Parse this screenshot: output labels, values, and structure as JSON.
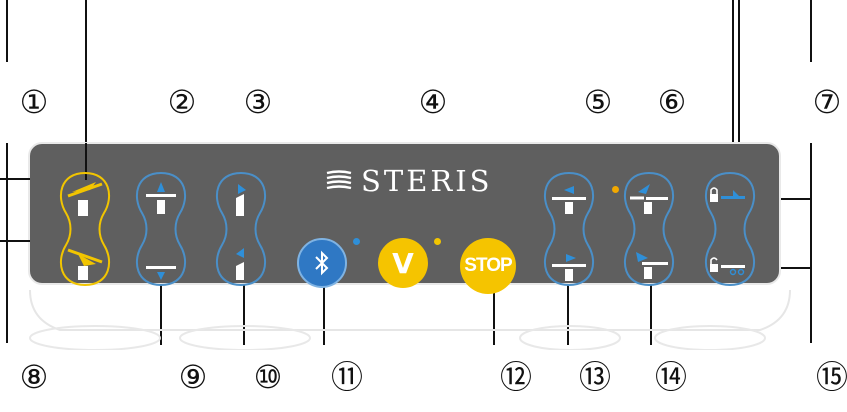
{
  "panel": {
    "brand": "STERIS",
    "colors": {
      "panel": "#5f5f5f",
      "outline_blue": "#4a8fc8",
      "outline_yellow": "#f2c500",
      "arrow_blue": "#2f8fd8",
      "arrow_yellow": "#f2c500",
      "bluetooth": "#2f78c4",
      "v_button": "#f5c400",
      "stop_button": "#f5c400"
    },
    "bluetooth_icon": "bluetooth-icon",
    "v_label": "V",
    "stop_label": "STOP"
  },
  "callouts": {
    "top": [
      "①",
      "②",
      "③",
      "④",
      "⑤",
      "⑥",
      "⑦"
    ],
    "bottom": [
      "⑧",
      "⑨",
      "⑩",
      "⑪",
      "⑫",
      "⑬",
      "⑭",
      "⑮"
    ]
  }
}
